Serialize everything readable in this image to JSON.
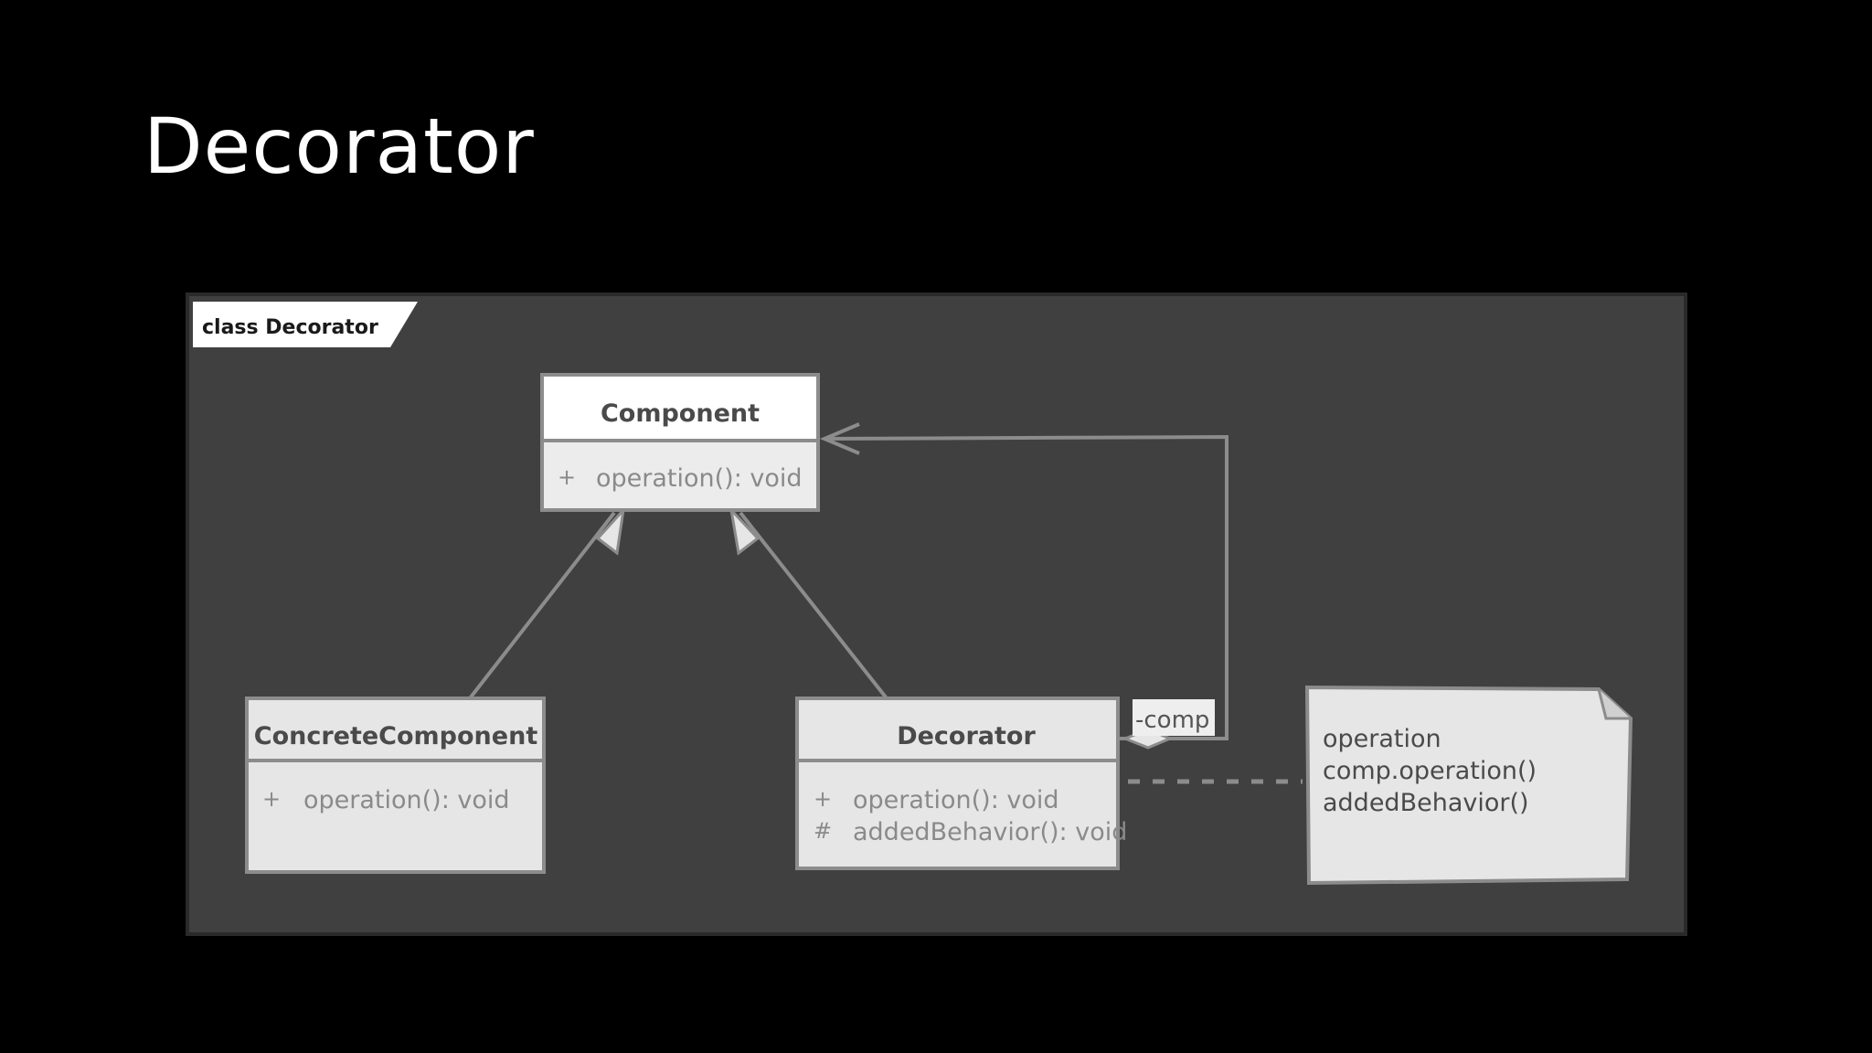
{
  "slide": {
    "title": "Decorator"
  },
  "diagram": {
    "frame_label": "class Decorator",
    "classes": {
      "component": {
        "name": "Component",
        "members": [
          {
            "visibility": "+",
            "signature": "operation(): void"
          }
        ]
      },
      "concrete_component": {
        "name": "ConcreteComponent",
        "members": [
          {
            "visibility": "+",
            "signature": "operation(): void"
          }
        ]
      },
      "decorator": {
        "name": "Decorator",
        "members": [
          {
            "visibility": "+",
            "signature": "operation(): void"
          },
          {
            "visibility": "#",
            "signature": "addedBehavior(): void"
          }
        ]
      }
    },
    "association_role": "-comp",
    "note": {
      "lines": [
        "operation",
        "comp.operation()",
        "addedBehavior()"
      ]
    }
  },
  "colors": {
    "background": "#000000",
    "diagram_background": "#404040",
    "class_fill": "#e6e6e6",
    "class_border": "#8c8c8c",
    "connector": "#8c8c8c"
  }
}
